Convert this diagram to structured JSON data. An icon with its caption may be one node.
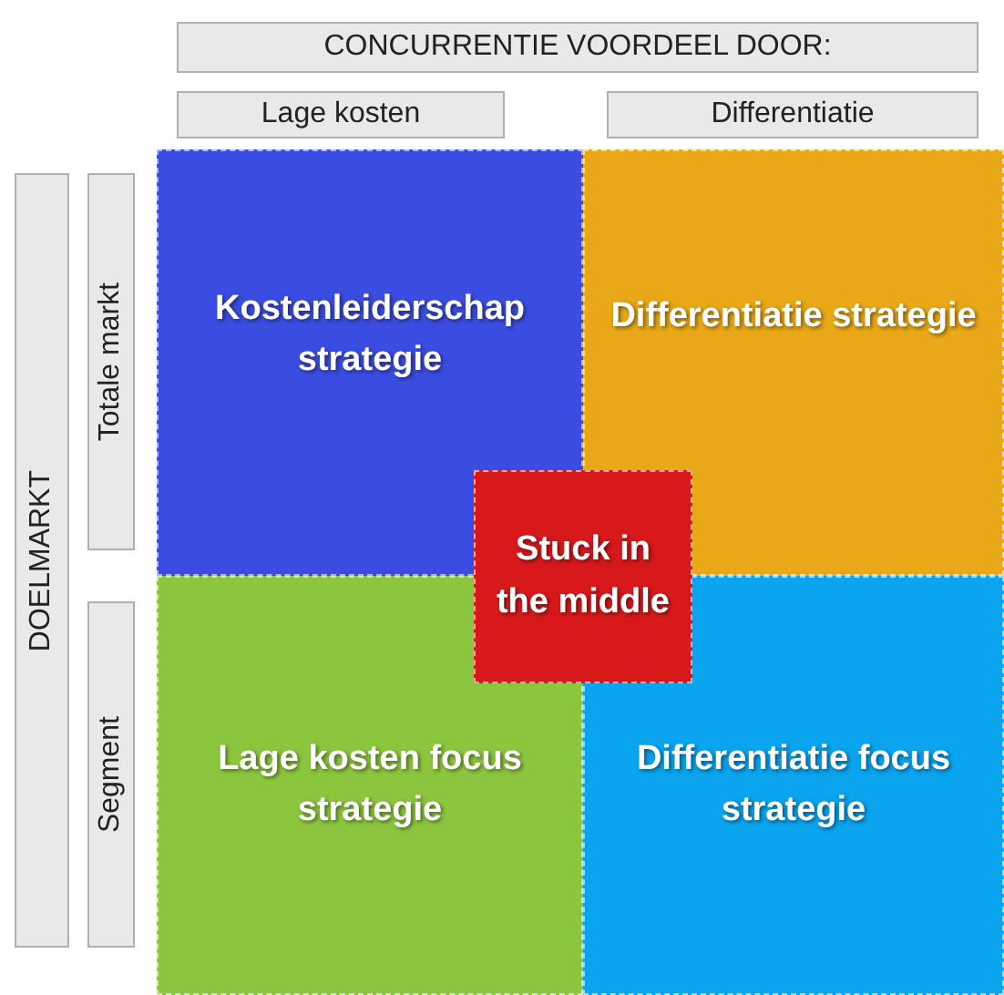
{
  "diagram": {
    "nodes": [
      {
        "text": [
          "CONCURRENTIE VOORDEEL DOOR:"
        ]
      },
      {
        "text": [
          "Lage kosten"
        ]
      },
      {
        "text": [
          "Differentiatie"
        ]
      },
      {
        "text": [
          "DOELMARKT"
        ]
      },
      {
        "text": [
          "Totale markt"
        ]
      },
      {
        "text": [
          "Segment"
        ]
      },
      {
        "text": [
          "Kostenleiderschap strategie"
        ]
      },
      {
        "text": [
          "Differentiatie strategie"
        ]
      },
      {
        "text": [
          "Stuck in the middle"
        ]
      },
      {
        "text": [
          "Lage kosten focus strategie"
        ]
      },
      {
        "text": [
          "Differentiatie focus strategie"
        ]
      }
    ]
  }
}
